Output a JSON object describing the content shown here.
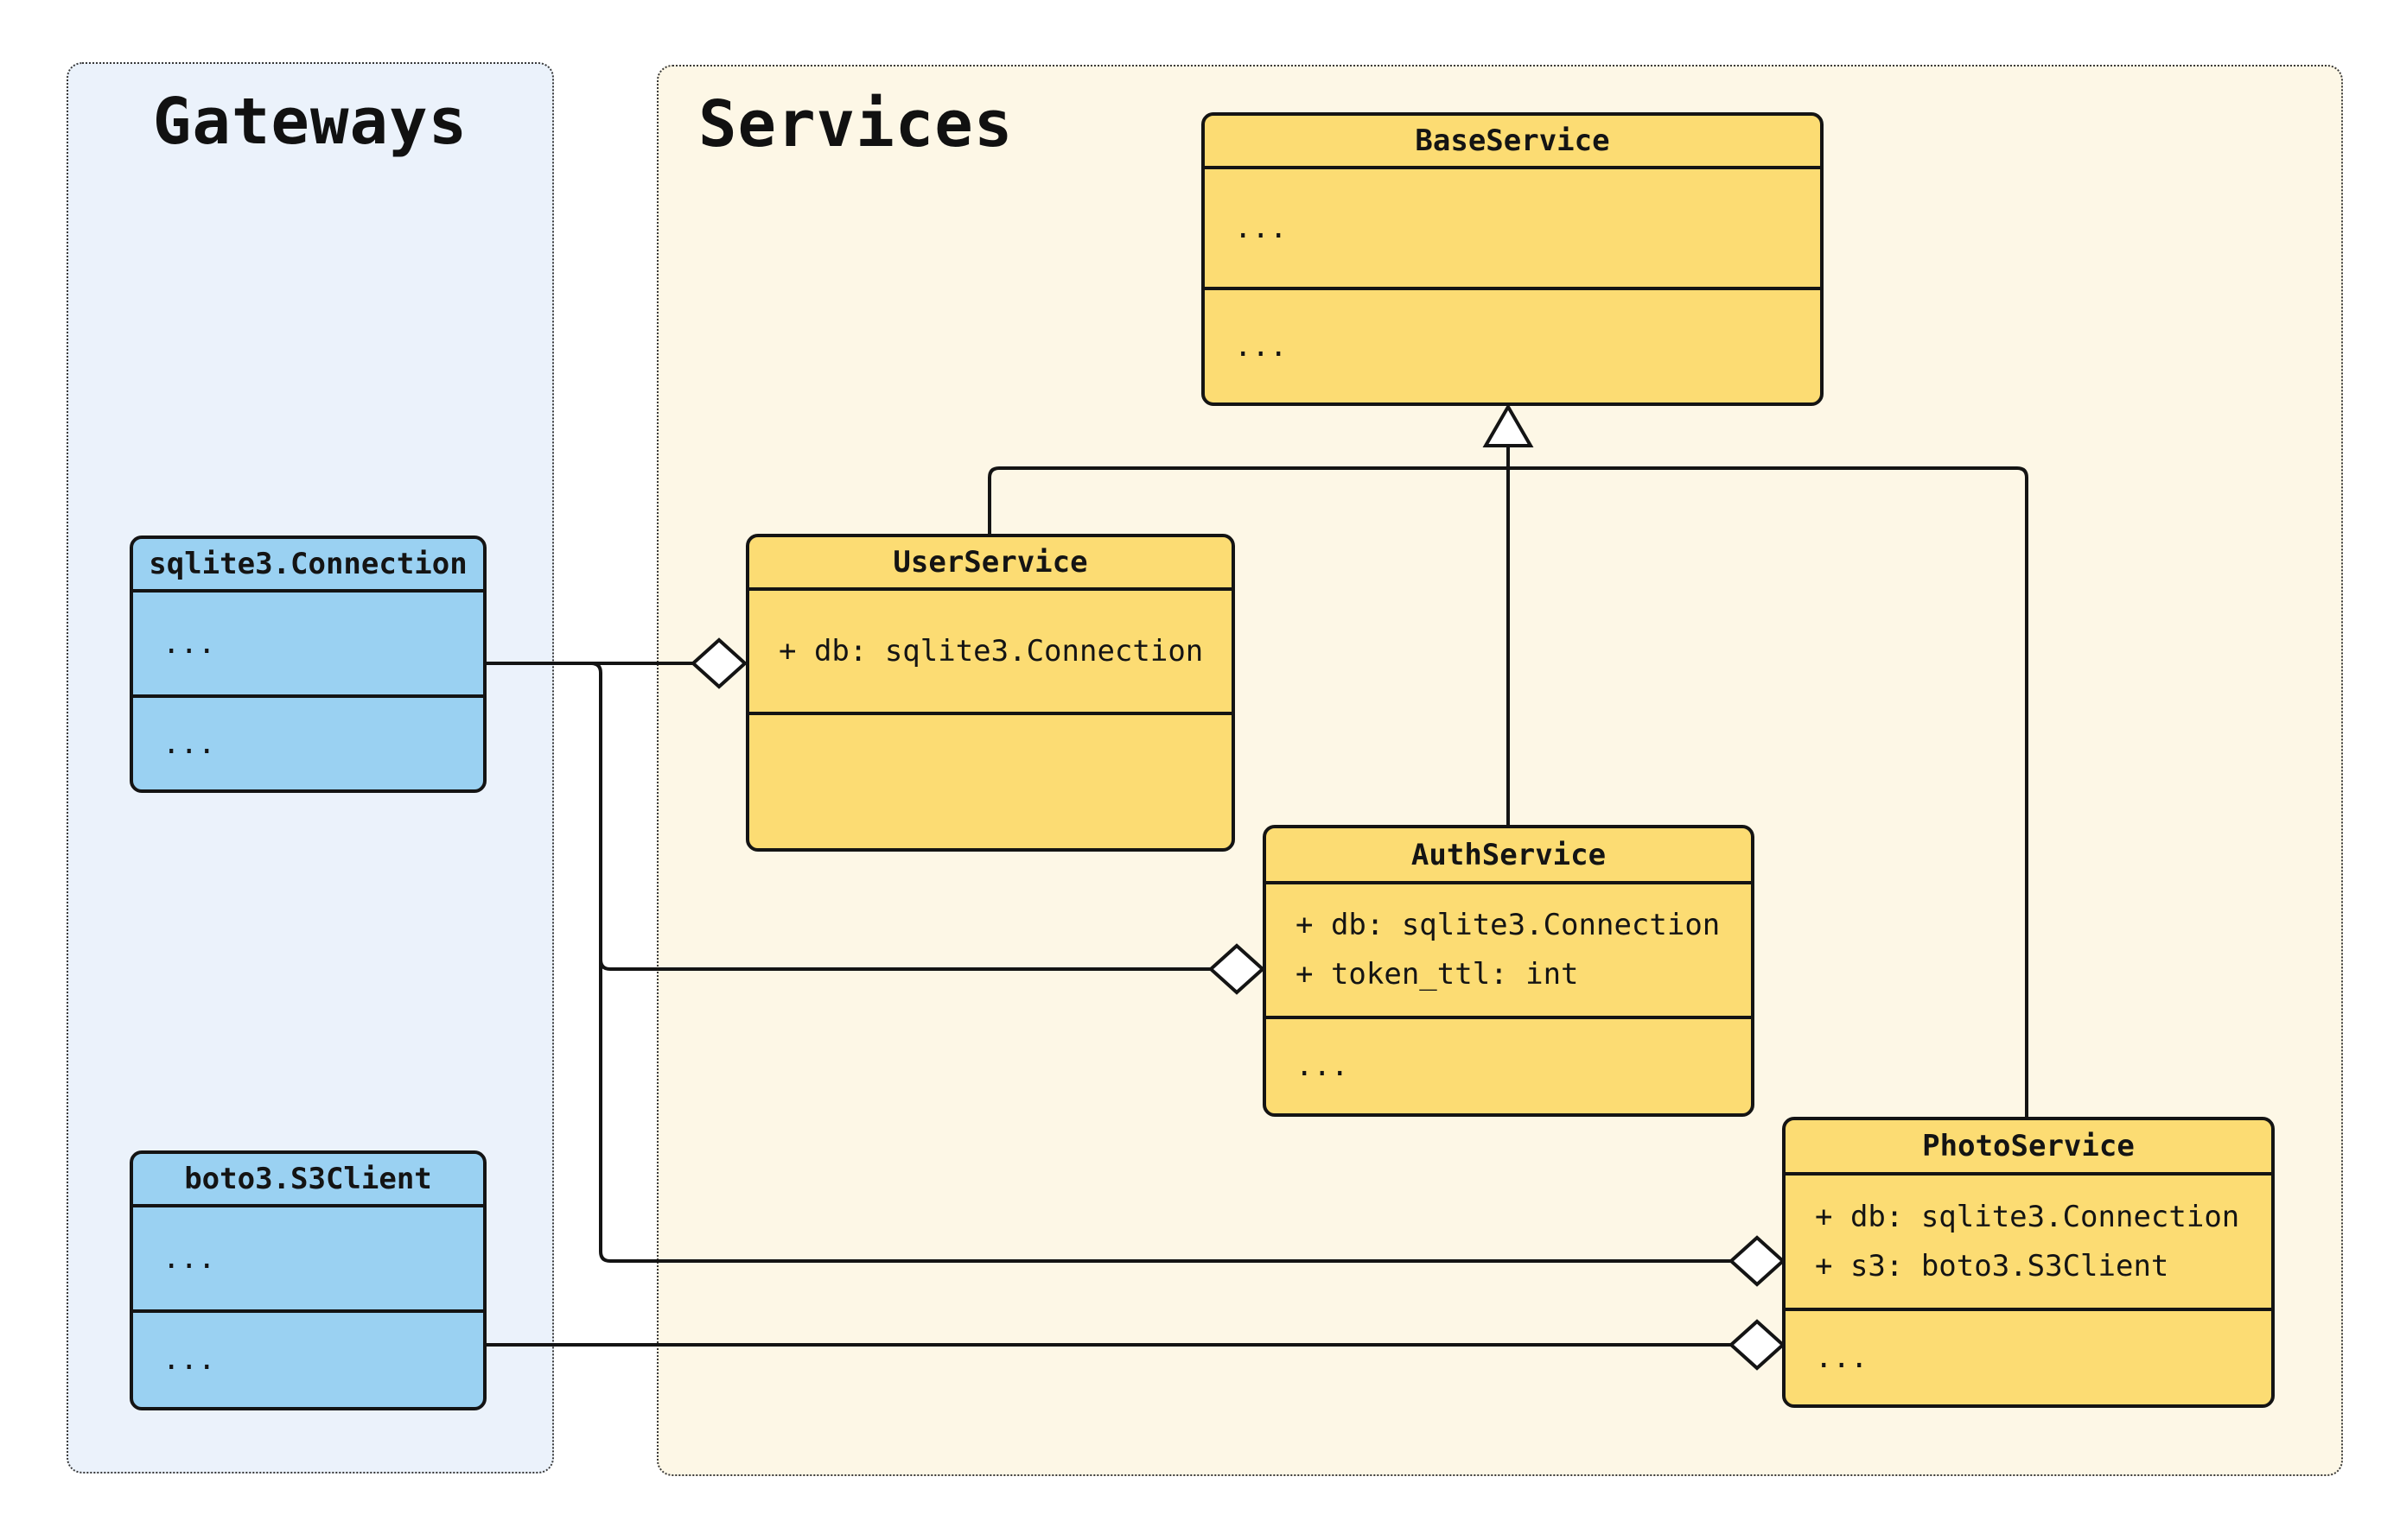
{
  "panels": [
    {
      "label": "Gateways"
    },
    {
      "label": "Services"
    }
  ],
  "classes": [
    {
      "name": "sqlite3.Connection",
      "panel": "Gateways",
      "attributes": [
        "..."
      ],
      "methods": [
        "..."
      ]
    },
    {
      "name": "boto3.S3Client",
      "panel": "Gateways",
      "attributes": [
        "..."
      ],
      "methods": [
        "..."
      ]
    },
    {
      "name": "BaseService",
      "panel": "Services",
      "attributes": [
        "..."
      ],
      "methods": [
        "..."
      ]
    },
    {
      "name": "UserService",
      "panel": "Services",
      "attributes": [
        "+ db: sqlite3.Connection"
      ],
      "methods": []
    },
    {
      "name": "AuthService",
      "panel": "Services",
      "attributes": [
        "+ db: sqlite3.Connection",
        "+ token_ttl: int"
      ],
      "methods": [
        "..."
      ]
    },
    {
      "name": "PhotoService",
      "panel": "Services",
      "attributes": [
        "+ db: sqlite3.Connection",
        "+ s3: boto3.S3Client"
      ],
      "methods": [
        "..."
      ]
    }
  ],
  "relationships": [
    {
      "type": "inheritance",
      "child": "UserService",
      "parent": "BaseService"
    },
    {
      "type": "inheritance",
      "child": "AuthService",
      "parent": "BaseService"
    },
    {
      "type": "inheritance",
      "child": "PhotoService",
      "parent": "BaseService"
    },
    {
      "type": "aggregation",
      "part": "sqlite3.Connection",
      "whole": "UserService"
    },
    {
      "type": "aggregation",
      "part": "sqlite3.Connection",
      "whole": "AuthService"
    },
    {
      "type": "aggregation",
      "part": "sqlite3.Connection",
      "whole": "PhotoService"
    },
    {
      "type": "aggregation",
      "part": "boto3.S3Client",
      "whole": "PhotoService"
    }
  ],
  "colors": {
    "canvas_bg": "#FFFFFF",
    "gateways_panel_bg": "#EBF2FB",
    "services_panel_bg": "#FDF7E6",
    "gateway_class_fill": "#9AD1F2",
    "service_class_fill": "#FCDC73",
    "stroke": "#141414"
  }
}
